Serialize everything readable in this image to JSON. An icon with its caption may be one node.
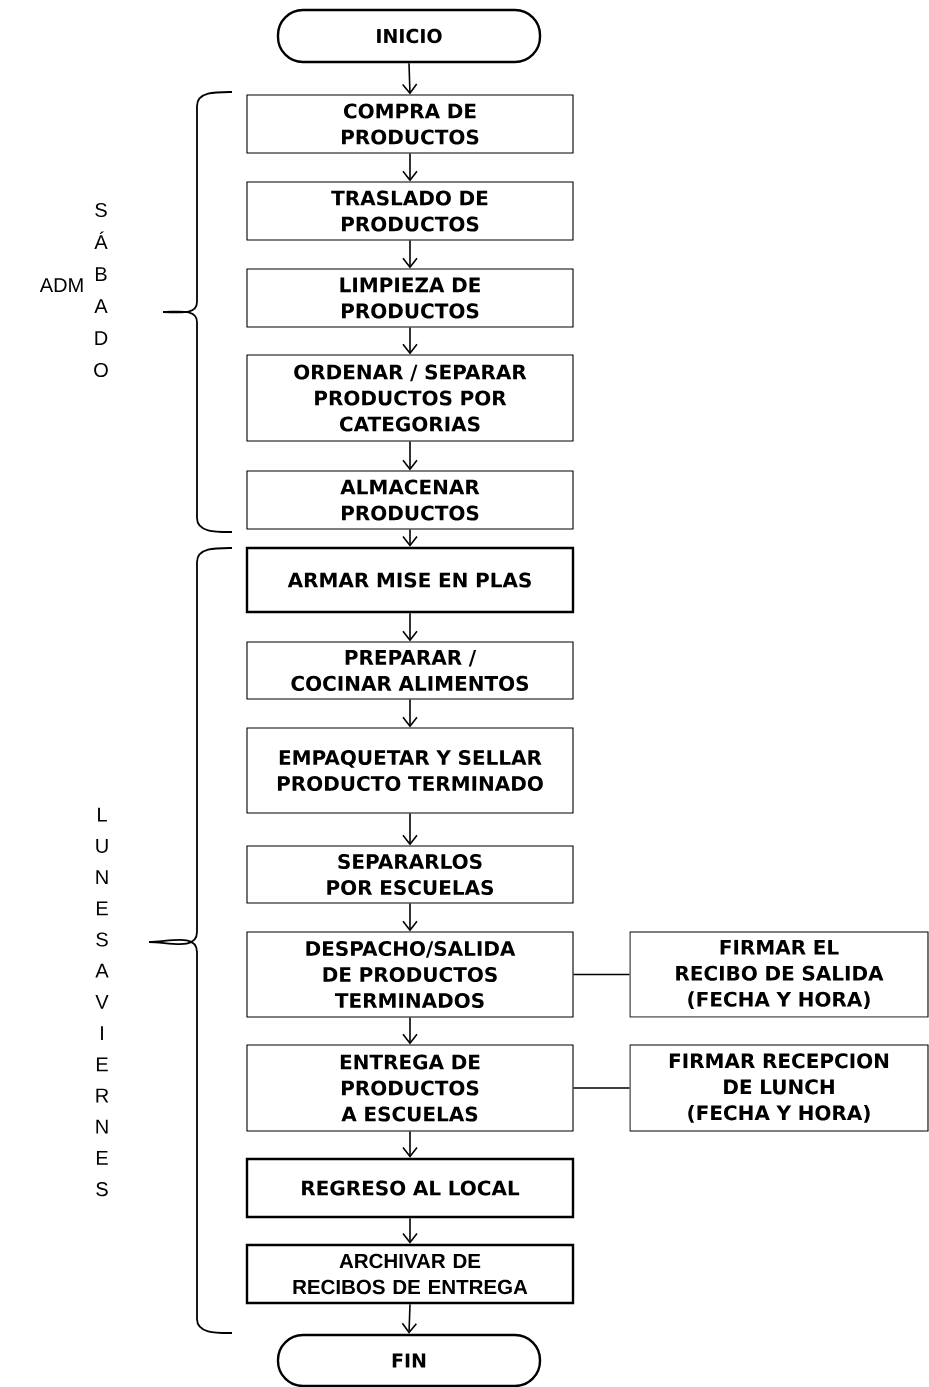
{
  "diagram": {
    "nodes": [
      {
        "text": [
          "INICIO"
        ]
      },
      {
        "text": [
          "COMPRA DE PRODUCTOS"
        ]
      },
      {
        "text": [
          "TRASLADO DE PRODUCTOS"
        ]
      },
      {
        "text": [
          "LIMPIEZA DE PRODUCTOS"
        ]
      },
      {
        "text": [
          "ORDENAR / SEPARAR PRODUCTOS POR CATEGORIAS"
        ]
      },
      {
        "text": [
          "ALMACENAR PRODUCTOS"
        ]
      },
      {
        "text": [
          "ARMAR MISE EN PLAS"
        ]
      },
      {
        "text": [
          "PREPARAR / COCINAR ALIMENTOS"
        ]
      },
      {
        "text": [
          "EMPAQUETAR Y SELLAR PRODUCTO TERMINADO"
        ]
      },
      {
        "text": [
          "SEPARARLOS POR ESCUELAS"
        ]
      },
      {
        "text": [
          "DESPACHO/SALIDA DE PRODUCTOS TERMINADOS"
        ]
      },
      {
        "text": [
          "FIRMAR EL RECIBO DE SALIDA (FECHA Y HORA)"
        ]
      },
      {
        "text": [
          "ENTREGA DE PRODUCTOS A ESCUELAS"
        ]
      },
      {
        "text": [
          "FIRMAR RECEPCION DE LUNCH (FECHA Y HORA)"
        ]
      },
      {
        "text": [
          "REGRESO AL LOCAL"
        ]
      },
      {
        "text": [
          "ARCHIVAR DE RECIBOS DE ENTREGA"
        ]
      },
      {
        "text": [
          "FIN"
        ]
      }
    ],
    "edges": [
      {
        "from": 0,
        "to": 1,
        "arrow": "to"
      },
      {
        "from": 1,
        "to": 2,
        "arrow": "to"
      },
      {
        "from": 2,
        "to": 3,
        "arrow": "to"
      },
      {
        "from": 3,
        "to": 4,
        "arrow": "to"
      },
      {
        "from": 4,
        "to": 5,
        "arrow": "to"
      },
      {
        "from": 5,
        "to": 6,
        "arrow": "to"
      },
      {
        "from": 6,
        "to": 7,
        "arrow": "to"
      },
      {
        "from": 7,
        "to": 8,
        "arrow": "to"
      },
      {
        "from": 8,
        "to": 9,
        "arrow": "to"
      },
      {
        "from": 9,
        "to": 10,
        "arrow": "to"
      },
      {
        "from": 10,
        "to": 11,
        "arrow": "none"
      },
      {
        "from": 10,
        "to": 12,
        "arrow": "to"
      },
      {
        "from": 12,
        "to": 13,
        "arrow": "none"
      },
      {
        "from": 12,
        "to": 14,
        "arrow": "to"
      },
      {
        "from": 14,
        "to": 15,
        "arrow": "to"
      },
      {
        "from": 15,
        "to": 16,
        "arrow": "to"
      }
    ],
    "labels": [
      "ADM",
      "S Á B A D O",
      "L U N E S A V I E R N E S"
    ]
  }
}
